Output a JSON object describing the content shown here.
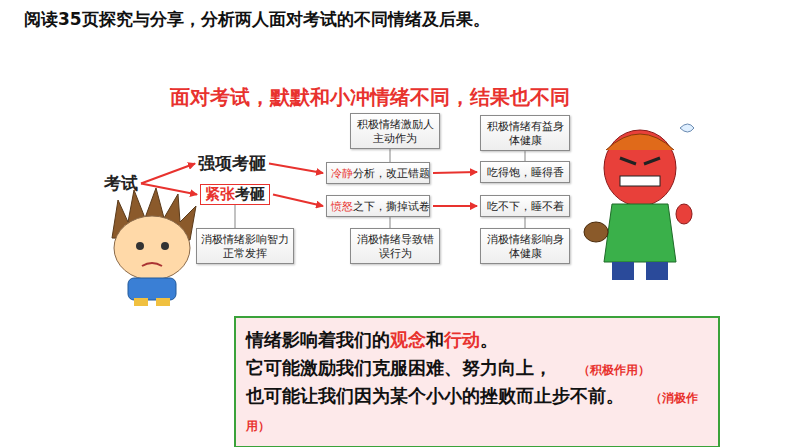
{
  "diagram": {
    "title": "阅读35页探究与分享，分析两人面对考试的不同情绪及后果。",
    "nodes": [
      {
        "text": [
          "考试"
        ]
      },
      {
        "text": [
          "强项考砸"
        ]
      },
      {
        "text": [
          "紧张",
          "考砸"
        ]
      },
      {
        "text": [
          "消极情绪影响智力正常发挥"
        ]
      },
      {
        "text": [
          "积极情绪激励人主动作为"
        ]
      },
      {
        "text": [
          "冷静",
          "分析，改正错题"
        ]
      },
      {
        "text": [
          "愤怒",
          "之下，撕掉试卷"
        ]
      },
      {
        "text": [
          "消极情绪导致错误行为"
        ]
      },
      {
        "text": [
          "积极情绪有益身体健康"
        ]
      },
      {
        "text": [
          "吃得饱，睡得香"
        ]
      },
      {
        "text": [
          "吃不下，睡不着"
        ]
      },
      {
        "text": [
          "消极情绪影响身体健康"
        ]
      },
      {
        "text": [
          "情绪影响着我们的",
          "观念",
          "和",
          "行动",
          "。",
          "它可能激励我们克服困难、努力向上，",
          "（积极作用）",
          "也可能让我们因为某个小小的挫败而止步不前。",
          "（消极作用）"
        ]
      }
    ],
    "edges": [
      {
        "from": 0,
        "to": 1,
        "arrow": "to"
      },
      {
        "from": 0,
        "to": 2,
        "arrow": "to"
      },
      {
        "from": 1,
        "to": 5,
        "arrow": "to"
      },
      {
        "from": 5,
        "to": 9,
        "arrow": "to"
      },
      {
        "from": 2,
        "to": 6,
        "arrow": "to"
      },
      {
        "from": 6,
        "to": 10,
        "arrow": "to"
      },
      {
        "from": 4,
        "to": 5,
        "arrow": "none"
      },
      {
        "from": 8,
        "to": 9,
        "arrow": "none"
      },
      {
        "from": 2,
        "to": 3,
        "arrow": "none"
      },
      {
        "from": 6,
        "to": 7,
        "arrow": "none"
      },
      {
        "from": 10,
        "to": 11,
        "arrow": "none"
      }
    ],
    "labels": [
      "面对考试，默默和小冲情绪不同，结果也不同"
    ]
  }
}
